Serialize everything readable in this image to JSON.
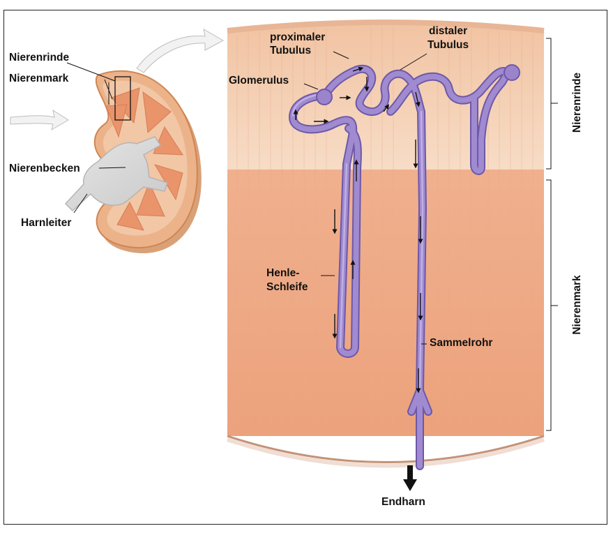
{
  "labels": {
    "nierenrinde": "Nierenrinde",
    "nierenmark": "Nierenmark",
    "nierenbecken": "Nierenbecken",
    "harnleiter": "Harnleiter",
    "proximaler_1": "proximaler",
    "proximaler_2": "Tubulus",
    "distaler_1": "distaler",
    "distaler_2": "Tubulus",
    "glomerulus": "Glomerulus",
    "henle_1": "Henle-",
    "henle_2": "Schleife",
    "sammelrohr": "Sammelrohr",
    "endharn": "Endharn",
    "side_rinde": "Nierenrinde",
    "side_mark": "Nierenmark"
  },
  "colors": {
    "cortex": "#f4cdb0",
    "medulla": "#eeab87",
    "tubule": "#a08ad0",
    "tubule_edge": "#6d58a8",
    "kidney_outer": "#e39a5e"
  }
}
